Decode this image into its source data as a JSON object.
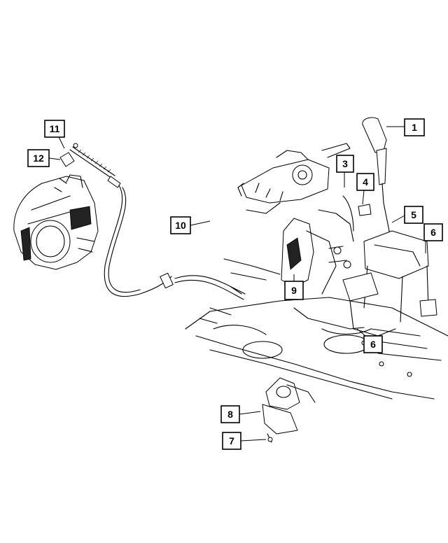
{
  "callouts": [
    {
      "id": "c1",
      "label": "1",
      "part": "shift-knob"
    },
    {
      "id": "c3",
      "label": "3",
      "part": "shifter-connector"
    },
    {
      "id": "c4",
      "label": "4",
      "part": "cable-clip"
    },
    {
      "id": "c5",
      "label": "5",
      "part": "shift-lever"
    },
    {
      "id": "c6a",
      "label": "6",
      "part": "mounting-nut"
    },
    {
      "id": "c9",
      "label": "9",
      "part": "bezel-bracket"
    },
    {
      "id": "c10",
      "label": "10",
      "part": "shift-cable"
    },
    {
      "id": "c11",
      "label": "11",
      "part": "cable-end"
    },
    {
      "id": "c12",
      "label": "12",
      "part": "retaining-clip"
    },
    {
      "id": "c6b",
      "label": "6",
      "part": "mounting-nut-lower"
    },
    {
      "id": "c8",
      "label": "8",
      "part": "bracket"
    },
    {
      "id": "c7",
      "label": "7",
      "part": "bolt"
    }
  ],
  "colors": {
    "ink": "#000000",
    "background": "#ffffff"
  }
}
